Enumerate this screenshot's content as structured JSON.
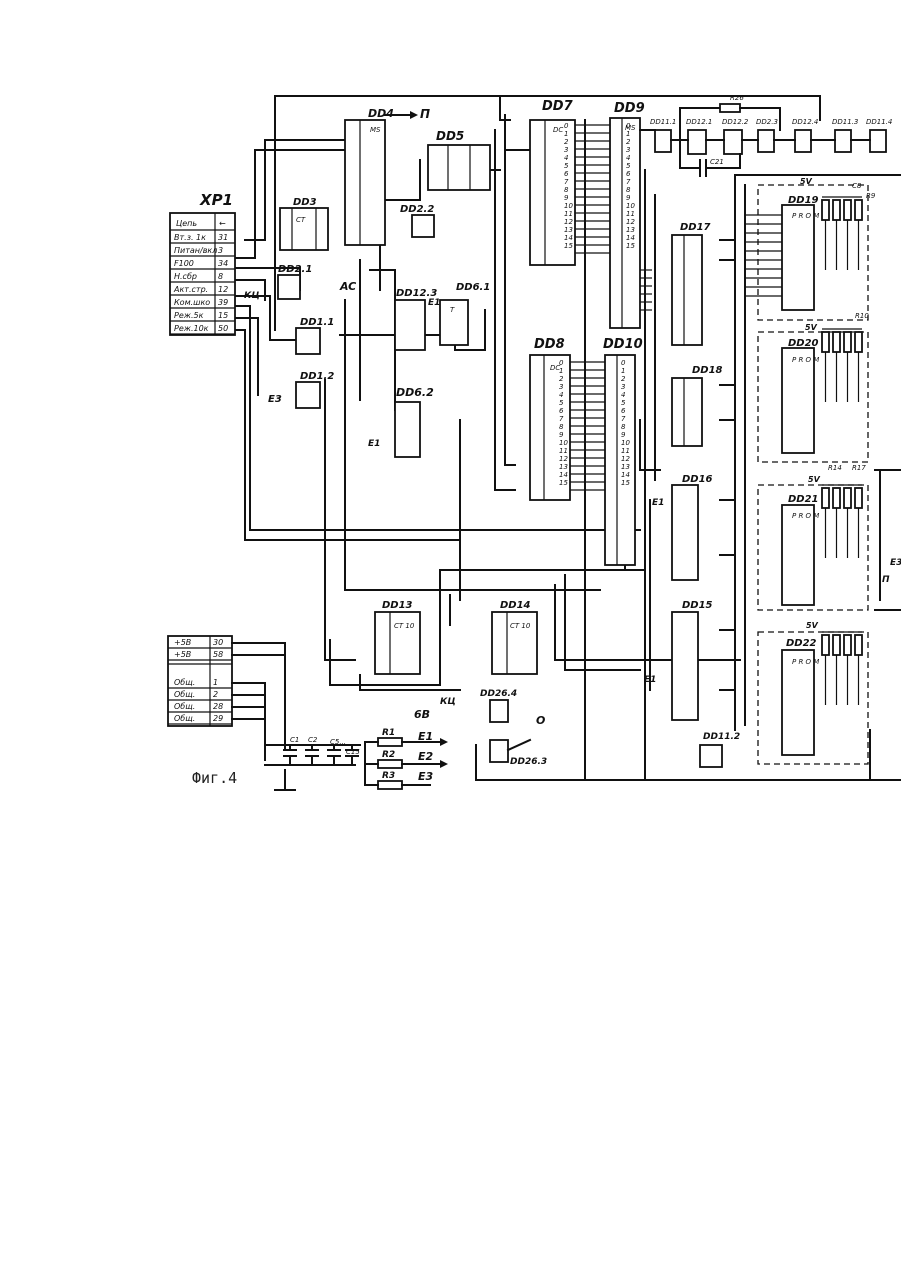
{
  "figure_caption": "Фиг.4",
  "connector": {
    "title": "XP1",
    "header": [
      "Цепь",
      "←"
    ],
    "rows": [
      {
        "signal": "Вт.з. 1к",
        "pin": "31"
      },
      {
        "signal": "Питан/вкл",
        "pin": "3"
      },
      {
        "signal": "F100",
        "pin": "34"
      },
      {
        "signal": "Н.сбр",
        "pin": "8"
      },
      {
        "signal": "Акт.стр.",
        "pin": "12"
      },
      {
        "signal": "Ком.шко",
        "pin": "39"
      },
      {
        "signal": "Реж.5к",
        "pin": "15"
      },
      {
        "signal": "Реж.10к",
        "pin": "50"
      }
    ]
  },
  "power_table": {
    "rows": [
      {
        "signal": "+5В",
        "pin": "30"
      },
      {
        "signal": "+5В",
        "pin": "58"
      },
      {
        "signal": "Общ.",
        "pin": "1"
      },
      {
        "signal": "Общ.",
        "pin": "2"
      },
      {
        "signal": "Общ.",
        "pin": "28"
      },
      {
        "signal": "Общ.",
        "pin": "29"
      }
    ]
  },
  "chips": {
    "dd1": "DD1.1",
    "dd12": "DD1.2",
    "dd2": "DD2.1",
    "dd22": "DD2.2",
    "dd3": "DD3",
    "dd4": "DD4",
    "dd5": "DD5",
    "dd61": "DD6.1",
    "dd62": "DD6.2",
    "dd7": "DD7",
    "dd8": "DD8",
    "dd9": "DD9",
    "dd10": "DD10",
    "dd112": "DD11.2",
    "dd121": "DD12.1",
    "dd123": "DD12.3",
    "dd124": "DD12.4",
    "dd13": "DD13",
    "dd14": "DD14",
    "dd15": "DD15",
    "dd16": "DD16",
    "dd17": "DD17",
    "dd18": "DD18",
    "dd19": "DD19",
    "dd20": "DD20",
    "dd21": "DD21",
    "dd22b": "DD22",
    "ddchain1": "DD11.1",
    "ddchain2": "DD12.1",
    "ddchain3": "DD12.2",
    "ddchain4": "DD2.3",
    "ddchain5": "DD12.4",
    "ddchain6": "DD11.3",
    "ddchain7": "DD11.4",
    "dd263": "DD26.3",
    "dd264": "DD26.4"
  },
  "chip_marks": {
    "dc": "DC",
    "ms": "MS",
    "ct": "CT",
    "ct10": "CT 10",
    "rom": "P R O M",
    "trig": "T"
  },
  "signals": {
    "p": "П",
    "ac": "AC",
    "kc": "КЦ",
    "e1": "E1",
    "e2": "E2",
    "e3": "E3",
    "o": "О",
    "v5": "5V",
    "b6": "6В"
  },
  "passives": {
    "r1": "R1",
    "r2": "R2",
    "r3": "R3",
    "r9": "R9",
    "r10": "R10",
    "r14": "R14",
    "r17": "R17",
    "r26": "R26",
    "c1": "C1",
    "c2": "C2",
    "c5": "C5...",
    "c15": "C15",
    "c21": "C21",
    "c8": "C8"
  }
}
